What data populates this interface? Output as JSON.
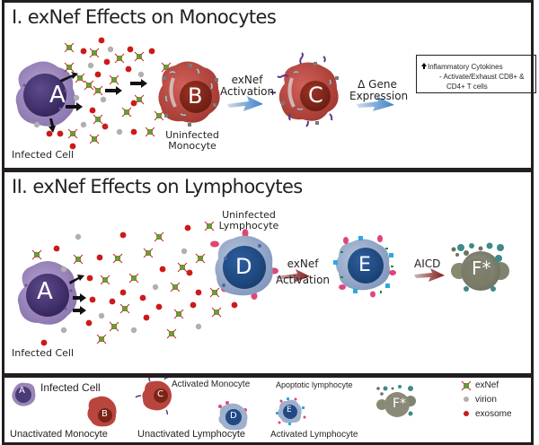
{
  "panel1": {
    "title": "I. exNef Effects on Monocytes",
    "cell_a_letter": "A",
    "cell_a_label": "Infected Cell",
    "cell_b_letter": "B",
    "cell_b_label_line1": "Uninfected",
    "cell_b_label_line2": "Monocyte",
    "arrow1_line1": "exNef",
    "arrow1_line2": "Activation",
    "cell_c_letter": "C",
    "arrow2_line1": "Δ Gene",
    "arrow2_line2": "Expression",
    "outcome_line1": "Inflammatory Cytokines",
    "outcome_line2": "- Activate/Exhaust CD8+ &",
    "outcome_line3": "CD4+ T cells",
    "outcome_icon": "up-arrow-icon",
    "arrow_color": "#3b7fc4"
  },
  "panel2": {
    "title": "II. exNef Effects on Lymphocytes",
    "cell_a_letter": "A",
    "cell_a_label": "Infected Cell",
    "cell_d_letter": "D",
    "cell_d_label_line1": "Uninfected",
    "cell_d_label_line2": "Lymphocyte",
    "arrow1_line1": "exNef",
    "arrow1_line2": "Activation",
    "cell_e_letter": "E",
    "arrow2_label": "AICD",
    "cell_f_letter": "F*",
    "arrow_color": "#7a1a1a"
  },
  "legend": {
    "infected_cell": {
      "letter": "A",
      "label": "Infected Cell"
    },
    "unactivated_monocyte": {
      "letter": "B",
      "label": "Unactivated Monocyte"
    },
    "activated_monocyte": {
      "letter": "C",
      "label": "Activated Monocyte"
    },
    "unactivated_lymphocyte": {
      "letter": "D",
      "label": "Unactivated Lymphocyte"
    },
    "activated_lymphocyte": {
      "letter": "E",
      "label": "Activated Lymphocyte"
    },
    "apoptotic_lymphocyte": {
      "letter": "F*",
      "label": "Apoptotic lymphocyte"
    },
    "particles": [
      {
        "name": "exNef",
        "icon": "exnef-icon",
        "color": "#6a9a3a"
      },
      {
        "name": "virion",
        "icon": "virion-icon",
        "color": "#b0b0b0"
      },
      {
        "name": "exosome",
        "icon": "exosome-icon",
        "color": "#cc1a1a"
      }
    ]
  },
  "colors": {
    "infected_cell": "#9a85b8",
    "infected_nucleus": "#4a3a75",
    "monocyte": "#b8463e",
    "monocyte_nucleus": "#7a2418",
    "lymphocyte": "#9fb0cc",
    "lymphocyte_nucleus": "#1f4a85",
    "receptor_pink": "#e0457a",
    "receptor_cyan": "#2ea8e0",
    "apoptotic": "#8a8a78",
    "border": "#231f20"
  }
}
